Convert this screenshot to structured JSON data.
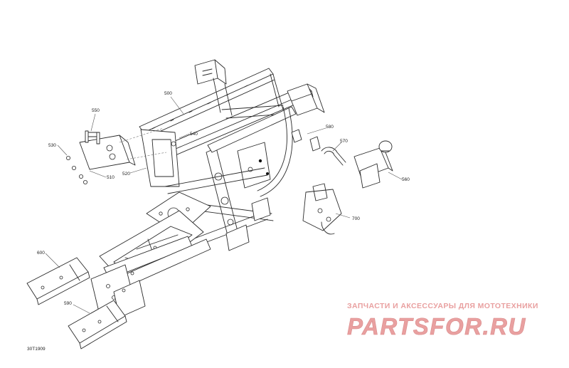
{
  "diagram": {
    "code": "30T1909",
    "callouts": {
      "c500": "500",
      "c550": "550",
      "c530": "530",
      "c510": "510",
      "c520": "520",
      "c540": "540",
      "c580": "580",
      "c570": "570",
      "c560": "560",
      "c700": "700",
      "c600": "600",
      "c590": "590"
    }
  },
  "watermark": {
    "caption": "ЗАПЧАСТИ И АКСЕССУАРЫ ДЛЯ МОТОТЕХНИКИ",
    "logo_text": "PARTSFOR.RU",
    "color": "#e9a0a0"
  }
}
